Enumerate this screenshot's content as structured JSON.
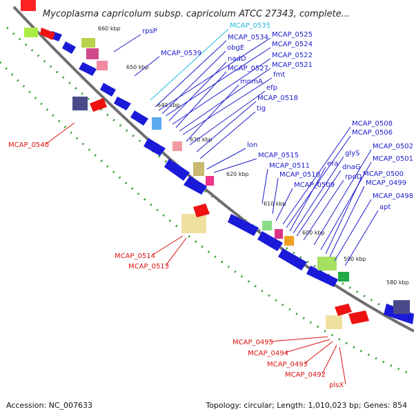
{
  "title": "Mycoplasma capricolum subsp. capricolum ATCC 27343, complete...",
  "footer": {
    "accession": "Accession: NC_007633",
    "summary": "Topology: circular; Length: 1,010,023 bp; Genes: 854"
  },
  "colors": {
    "forward_label": "#1a1acc",
    "reverse_label": "#dd1111",
    "rna_label": "#22bbdd",
    "backbone": "#777777",
    "tick": "#2a9a2a"
  },
  "kbp_labels": [
    "660 kbp",
    "650 kbp",
    "640 kbp",
    "630 kbp",
    "620 kbp",
    "610 kbp",
    "600 kbp",
    "590 kbp",
    "580 kbp"
  ],
  "forward_labels": [
    "MCAP_0535",
    "rpsP",
    "MCAP_0534",
    "MCAP_0525",
    "obgE",
    "MCAP_0524",
    "MCAP_0539",
    "nadD",
    "MCAP_0522",
    "MCAP_0527",
    "MCAP_0521",
    "fmt",
    "mnmA",
    "efp",
    "MCAP_0518",
    "tig",
    "lon",
    "MCAP_0515",
    "MCAP_0511",
    "MCAP_0510",
    "MCAP_0509",
    "MCAP_0508",
    "MCAP_0506",
    "era",
    "glyS",
    "dnaG",
    "rpoD",
    "MCAP_0502",
    "MCAP_0501",
    "MCAP_0500",
    "MCAP_0499",
    "MCAP_0498",
    "apt"
  ],
  "reverse_labels": [
    "MCAP_0540",
    "MCAP_0514",
    "MCAP_0513",
    "MCAP_0495",
    "MCAP_0494",
    "MCAP_0493",
    "MCAP_0492",
    "plsX"
  ]
}
